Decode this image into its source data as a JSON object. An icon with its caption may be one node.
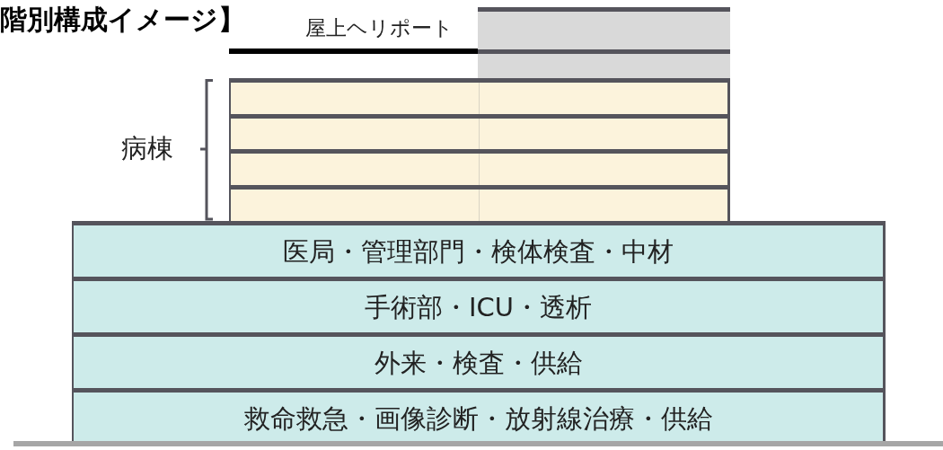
{
  "diagram": {
    "title": "階別構成イメージ】",
    "nodes": [
      {
        "text": [],
        "shape": "box"
      },
      {
        "text": [],
        "shape": "box"
      },
      {
        "text": [],
        "shape": "box"
      },
      {
        "text": [],
        "shape": "box"
      },
      {
        "text": [],
        "shape": "box"
      },
      {
        "text": [],
        "shape": "box"
      },
      {
        "text": [
          "医局・管理部門・検体検査・中材"
        ]
      },
      {
        "text": [
          "手術部・ICU・透析"
        ]
      },
      {
        "text": [
          "外来・検査・供給"
        ]
      },
      {
        "text": [
          "救命救急・画像診断・放射線治療・供給"
        ]
      }
    ],
    "labels": [
      "屋上ヘリポート",
      "病棟"
    ]
  }
}
